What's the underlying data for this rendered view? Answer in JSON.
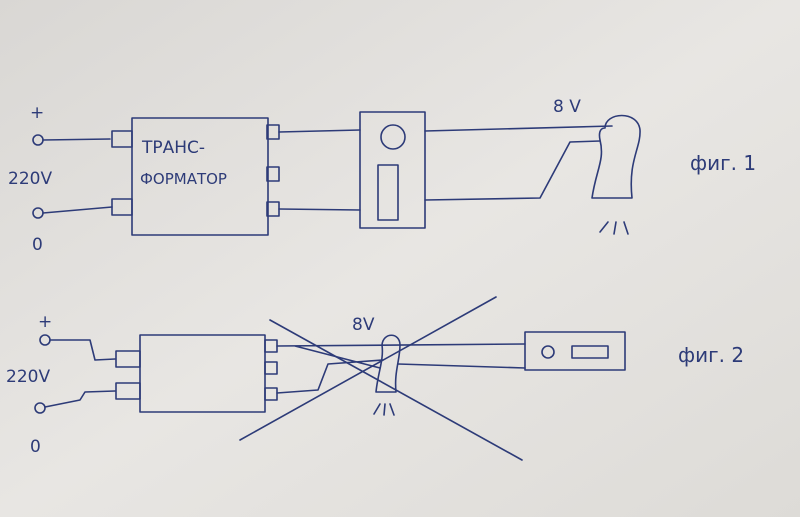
{
  "colors": {
    "paper": "#e4e2df",
    "ink": "#2d3b78"
  },
  "fig1": {
    "plus": "+",
    "voltage_in": "220V",
    "zero": "0",
    "transformer_line1": "ТРАНС-",
    "transformer_line2": "ФОРМАТОР",
    "voltage_out": "8 V",
    "caption": "фиг. 1"
  },
  "fig2": {
    "plus": "+",
    "voltage_in": "220V",
    "zero": "0",
    "voltage_out": "8V",
    "caption": "фиг. 2"
  }
}
